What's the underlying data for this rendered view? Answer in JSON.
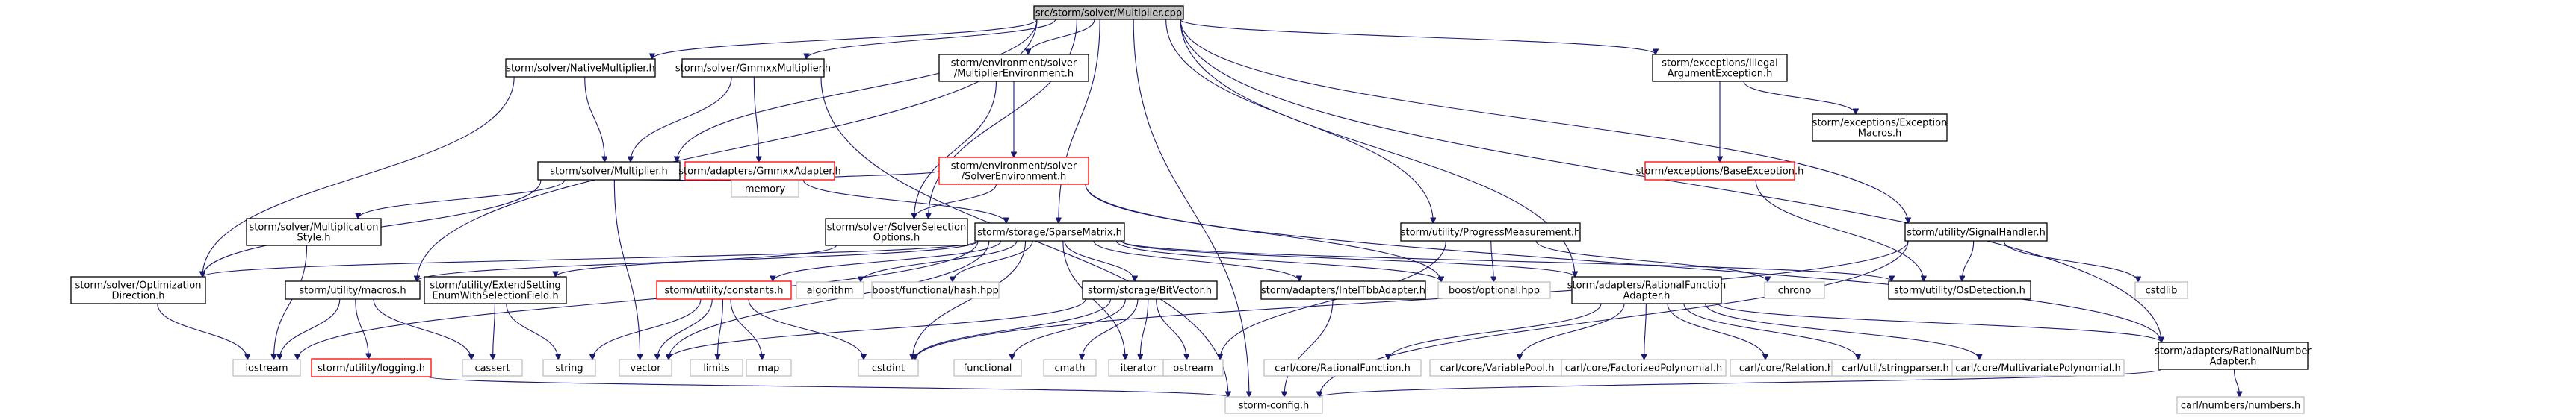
{
  "diagram": {
    "colors": {
      "edge": "#191970",
      "node_border": "#000000",
      "broken_node_border": "#ff0000",
      "external_node_border": "#bfbfbf",
      "root_fill": "#bfbfbf",
      "node_fill": "#ffffff",
      "text": "#000000",
      "external_text": "#555555"
    },
    "nodes": [
      {
        "id": "multiplier_cpp",
        "kind": "root",
        "lines": [
          "src/storm/solver/Multiplier.cpp"
        ]
      },
      {
        "id": "native_multiplier",
        "kind": "normal",
        "lines": [
          "storm/solver/NativeMultiplier.h"
        ]
      },
      {
        "id": "gmmxx_multiplier",
        "kind": "normal",
        "lines": [
          "storm/solver/GmmxxMultiplier.h"
        ]
      },
      {
        "id": "multiplier_env",
        "kind": "normal",
        "lines": [
          "storm/environment/solver",
          "/MultiplierEnvironment.h"
        ]
      },
      {
        "id": "illegal_arg_exc",
        "kind": "normal",
        "lines": [
          "storm/exceptions/Illegal",
          "ArgumentException.h"
        ]
      },
      {
        "id": "multiplier_h",
        "kind": "normal",
        "lines": [
          "storm/solver/Multiplier.h"
        ]
      },
      {
        "id": "gmmxx_adapter",
        "kind": "broken",
        "lines": [
          "storm/adapters/GmmxxAdapter.h"
        ]
      },
      {
        "id": "solver_env",
        "kind": "broken",
        "lines": [
          "storm/environment/solver",
          "/SolverEnvironment.h"
        ]
      },
      {
        "id": "base_exc",
        "kind": "broken",
        "lines": [
          "storm/exceptions/BaseException.h"
        ]
      },
      {
        "id": "exc_macros",
        "kind": "normal",
        "lines": [
          "storm/exceptions/Exception",
          "Macros.h"
        ]
      },
      {
        "id": "memory",
        "kind": "external",
        "lines": [
          "memory"
        ]
      },
      {
        "id": "mult_style",
        "kind": "normal",
        "lines": [
          "storm/solver/Multiplication",
          "Style.h"
        ]
      },
      {
        "id": "solver_sel_opts",
        "kind": "normal",
        "lines": [
          "storm/solver/SolverSelection",
          "Options.h"
        ]
      },
      {
        "id": "sparse_matrix",
        "kind": "normal",
        "lines": [
          "storm/storage/SparseMatrix.h"
        ]
      },
      {
        "id": "progress_meas",
        "kind": "normal",
        "lines": [
          "storm/utility/ProgressMeasurement.h"
        ]
      },
      {
        "id": "signal_handler",
        "kind": "normal",
        "lines": [
          "storm/utility/SignalHandler.h"
        ]
      },
      {
        "id": "opt_direction",
        "kind": "normal",
        "lines": [
          "storm/solver/Optimization",
          "Direction.h"
        ]
      },
      {
        "id": "macros_h",
        "kind": "normal",
        "lines": [
          "storm/utility/macros.h"
        ]
      },
      {
        "id": "ext_setting_enum",
        "kind": "normal",
        "lines": [
          "storm/utility/ExtendSetting",
          "EnumWithSelectionField.h"
        ]
      },
      {
        "id": "constants_h",
        "kind": "broken",
        "lines": [
          "storm/utility/constants.h"
        ]
      },
      {
        "id": "algorithm",
        "kind": "external",
        "lines": [
          "algorithm"
        ]
      },
      {
        "id": "boost_hash",
        "kind": "external",
        "lines": [
          "boost/functional/hash.hpp"
        ]
      },
      {
        "id": "bitvector",
        "kind": "normal",
        "lines": [
          "storm/storage/BitVector.h"
        ]
      },
      {
        "id": "inteltbb",
        "kind": "normal",
        "lines": [
          "storm/adapters/IntelTbbAdapter.h"
        ]
      },
      {
        "id": "boost_optional",
        "kind": "external",
        "lines": [
          "boost/optional.hpp"
        ]
      },
      {
        "id": "rational_func_adapter",
        "kind": "normal",
        "lines": [
          "storm/adapters/RationalFunction",
          "Adapter.h"
        ]
      },
      {
        "id": "chrono",
        "kind": "external",
        "lines": [
          "chrono"
        ]
      },
      {
        "id": "os_detection",
        "kind": "normal",
        "lines": [
          "storm/utility/OsDetection.h"
        ]
      },
      {
        "id": "cstdlib",
        "kind": "external",
        "lines": [
          "cstdlib"
        ]
      },
      {
        "id": "iostream",
        "kind": "external",
        "lines": [
          "iostream"
        ]
      },
      {
        "id": "logging_h",
        "kind": "broken",
        "lines": [
          "storm/utility/logging.h"
        ]
      },
      {
        "id": "cassert",
        "kind": "external",
        "lines": [
          "cassert"
        ]
      },
      {
        "id": "string",
        "kind": "external",
        "lines": [
          "string"
        ]
      },
      {
        "id": "vector",
        "kind": "external",
        "lines": [
          "vector"
        ]
      },
      {
        "id": "limits",
        "kind": "external",
        "lines": [
          "limits"
        ]
      },
      {
        "id": "map",
        "kind": "external",
        "lines": [
          "map"
        ]
      },
      {
        "id": "cstdint",
        "kind": "external",
        "lines": [
          "cstdint"
        ]
      },
      {
        "id": "functional",
        "kind": "external",
        "lines": [
          "functional"
        ]
      },
      {
        "id": "cmath",
        "kind": "external",
        "lines": [
          "cmath"
        ]
      },
      {
        "id": "iterator",
        "kind": "external",
        "lines": [
          "iterator"
        ]
      },
      {
        "id": "ostream",
        "kind": "external",
        "lines": [
          "ostream"
        ]
      },
      {
        "id": "carl_rational_function",
        "kind": "external",
        "lines": [
          "carl/core/RationalFunction.h"
        ]
      },
      {
        "id": "carl_variable_pool",
        "kind": "external",
        "lines": [
          "carl/core/VariablePool.h"
        ]
      },
      {
        "id": "carl_factorized_poly",
        "kind": "external",
        "lines": [
          "carl/core/FactorizedPolynomial.h"
        ]
      },
      {
        "id": "carl_relation",
        "kind": "external",
        "lines": [
          "carl/core/Relation.h"
        ]
      },
      {
        "id": "carl_stringparser",
        "kind": "external",
        "lines": [
          "carl/util/stringparser.h"
        ]
      },
      {
        "id": "carl_multivariate_poly",
        "kind": "external",
        "lines": [
          "carl/core/MultivariatePolynomial.h"
        ]
      },
      {
        "id": "rational_number_adapter",
        "kind": "normal",
        "lines": [
          "storm/adapters/RationalNumber",
          "Adapter.h"
        ]
      },
      {
        "id": "storm_config",
        "kind": "external",
        "lines": [
          "storm-config.h"
        ]
      },
      {
        "id": "carl_numbers",
        "kind": "external",
        "lines": [
          "carl/numbers/numbers.h"
        ]
      }
    ],
    "edges": [
      [
        "multiplier_cpp",
        "native_multiplier"
      ],
      [
        "multiplier_cpp",
        "gmmxx_multiplier"
      ],
      [
        "multiplier_cpp",
        "multiplier_env"
      ],
      [
        "multiplier_cpp",
        "illegal_arg_exc"
      ],
      [
        "multiplier_cpp",
        "solver_sel_opts"
      ],
      [
        "multiplier_cpp",
        "sparse_matrix"
      ],
      [
        "multiplier_cpp",
        "progress_meas"
      ],
      [
        "multiplier_cpp",
        "signal_handler"
      ],
      [
        "multiplier_cpp",
        "macros_h"
      ],
      [
        "multiplier_cpp",
        "rational_func_adapter"
      ],
      [
        "multiplier_cpp",
        "rational_number_adapter"
      ],
      [
        "multiplier_cpp",
        "storm_config"
      ],
      [
        "multiplier_cpp",
        "multiplier_h"
      ],
      [
        "native_multiplier",
        "multiplier_h"
      ],
      [
        "native_multiplier",
        "opt_direction"
      ],
      [
        "gmmxx_multiplier",
        "multiplier_h"
      ],
      [
        "gmmxx_multiplier",
        "gmmxx_adapter"
      ],
      [
        "gmmxx_multiplier",
        "storm_config"
      ],
      [
        "multiplier_env",
        "solver_env"
      ],
      [
        "multiplier_env",
        "solver_sel_opts"
      ],
      [
        "illegal_arg_exc",
        "base_exc"
      ],
      [
        "illegal_arg_exc",
        "exc_macros"
      ],
      [
        "multiplier_h",
        "memory"
      ],
      [
        "multiplier_h",
        "mult_style"
      ],
      [
        "multiplier_h",
        "opt_direction"
      ],
      [
        "multiplier_h",
        "vector"
      ],
      [
        "gmmxx_adapter",
        "memory"
      ],
      [
        "gmmxx_adapter",
        "sparse_matrix"
      ],
      [
        "solver_env",
        "memory"
      ],
      [
        "solver_env",
        "boost_optional"
      ],
      [
        "solver_env",
        "solver_sel_opts"
      ],
      [
        "solver_env",
        "rational_number_adapter"
      ],
      [
        "base_exc",
        "os_detection"
      ],
      [
        "mult_style",
        "iostream"
      ],
      [
        "solver_sel_opts",
        "ext_setting_enum"
      ],
      [
        "sparse_matrix",
        "opt_direction"
      ],
      [
        "sparse_matrix",
        "macros_h"
      ],
      [
        "sparse_matrix",
        "constants_h"
      ],
      [
        "sparse_matrix",
        "algorithm"
      ],
      [
        "sparse_matrix",
        "boost_hash"
      ],
      [
        "sparse_matrix",
        "bitvector"
      ],
      [
        "sparse_matrix",
        "inteltbb"
      ],
      [
        "sparse_matrix",
        "boost_optional"
      ],
      [
        "sparse_matrix",
        "rational_func_adapter"
      ],
      [
        "sparse_matrix",
        "os_detection"
      ],
      [
        "sparse_matrix",
        "iostream"
      ],
      [
        "sparse_matrix",
        "vector"
      ],
      [
        "sparse_matrix",
        "cstdint"
      ],
      [
        "sparse_matrix",
        "iterator"
      ],
      [
        "progress_meas",
        "boost_optional"
      ],
      [
        "progress_meas",
        "chrono"
      ],
      [
        "progress_meas",
        "ostream"
      ],
      [
        "signal_handler",
        "os_detection"
      ],
      [
        "signal_handler",
        "cstdlib"
      ],
      [
        "signal_handler",
        "cstdint"
      ],
      [
        "signal_handler",
        "storm_config"
      ],
      [
        "opt_direction",
        "iostream"
      ],
      [
        "macros_h",
        "iostream"
      ],
      [
        "macros_h",
        "logging_h"
      ],
      [
        "macros_h",
        "cassert"
      ],
      [
        "ext_setting_enum",
        "string"
      ],
      [
        "ext_setting_enum",
        "cassert"
      ],
      [
        "constants_h",
        "string"
      ],
      [
        "constants_h",
        "vector"
      ],
      [
        "constants_h",
        "limits"
      ],
      [
        "constants_h",
        "map"
      ],
      [
        "constants_h",
        "cstdint"
      ],
      [
        "bitvector",
        "vector"
      ],
      [
        "bitvector",
        "cstdint"
      ],
      [
        "bitvector",
        "functional"
      ],
      [
        "bitvector",
        "cmath"
      ],
      [
        "bitvector",
        "iterator"
      ],
      [
        "bitvector",
        "ostream"
      ],
      [
        "inteltbb",
        "storm_config"
      ],
      [
        "rational_func_adapter",
        "carl_rational_function"
      ],
      [
        "rational_func_adapter",
        "carl_variable_pool"
      ],
      [
        "rational_func_adapter",
        "carl_factorized_poly"
      ],
      [
        "rational_func_adapter",
        "carl_relation"
      ],
      [
        "rational_func_adapter",
        "carl_stringparser"
      ],
      [
        "rational_func_adapter",
        "carl_multivariate_poly"
      ],
      [
        "rational_func_adapter",
        "rational_number_adapter"
      ],
      [
        "logging_h",
        "storm_config"
      ],
      [
        "rational_number_adapter",
        "storm_config"
      ],
      [
        "rational_number_adapter",
        "carl_numbers"
      ]
    ]
  }
}
